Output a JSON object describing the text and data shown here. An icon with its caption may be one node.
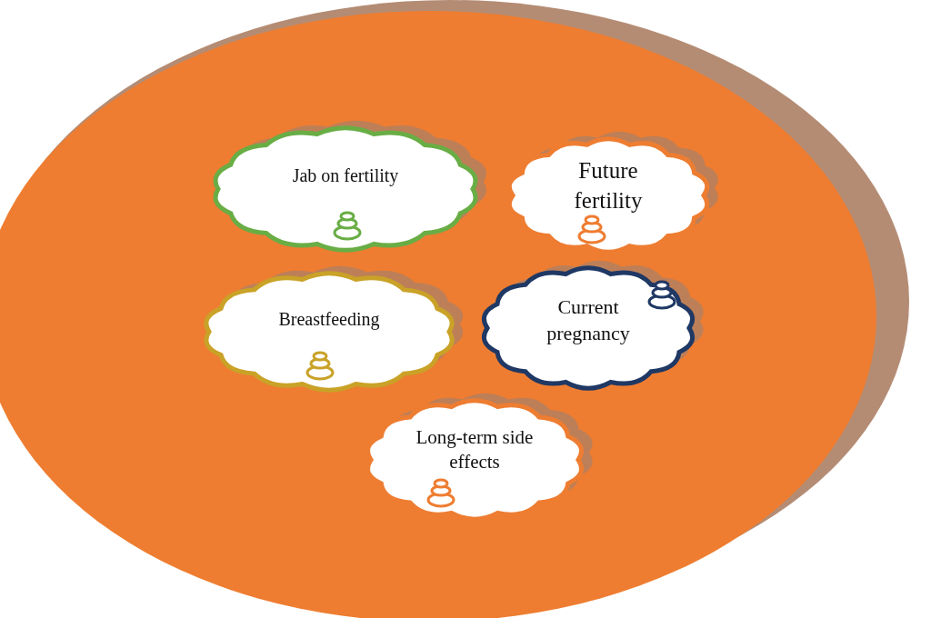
{
  "diagram": {
    "nodes": [
      {
        "text": [
          "Jab on fertility"
        ]
      },
      {
        "text": [
          "Future fertility"
        ]
      },
      {
        "text": [
          "Breastfeeding"
        ]
      },
      {
        "text": [
          "Current pregnancy"
        ]
      },
      {
        "text": [
          "Long-term side effects"
        ]
      }
    ]
  }
}
